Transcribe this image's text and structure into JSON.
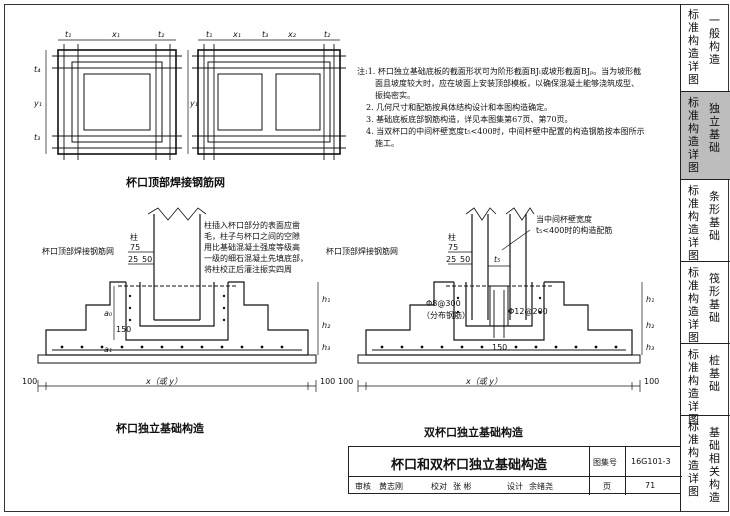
{
  "side_tabs": [
    {
      "left": "标准构造详图",
      "right": "一般构造"
    },
    {
      "left": "标准构造详图",
      "right": "独立基础"
    },
    {
      "left": "标准构造详图",
      "right": "条形基础"
    },
    {
      "left": "标准构造详图",
      "right": "筏形基础"
    },
    {
      "left": "标准构造详图",
      "right": "桩基础"
    },
    {
      "left": "标准构造详图",
      "right": "基础相关构造"
    }
  ],
  "notes": [
    "注:1. 杯口独立基础底板的截面形状可为阶形截面BJₗ或坡形截面BJₚ。当为坡形截",
    "面且坡度较大时，应在坡面上安装顶部模板，以确保混凝土能够浇筑成型、",
    "振捣密实。",
    "2. 几何尺寸和配筋按具体结构设计和本图构造确定。",
    "3. 基础底板底部钢筋构造，详见本图集第67页、第70页。",
    "4. 当双杯口的中间杯壁宽度t₅<400时，中间杯壁中配置的构造钢筋按本图所示",
    "施工。"
  ],
  "plan_dims": {
    "t1": "t₁",
    "x1": "x₁",
    "t2": "t₂",
    "x2": "x₂",
    "t3": "t₃",
    "t4": "t₄",
    "y1": "y₁",
    "y_u": "y₁"
  },
  "plan_caption": "杯口顶部焊接钢筋网",
  "left_section": {
    "column_label": "柱",
    "annotation": [
      "柱插入杯口部分的表面应凿",
      "毛，柱子与杯口之间的空隙",
      "用比基础混凝土强度等级高",
      "一级的细石混凝土先填底部，",
      "将柱校正后灌注振实四周"
    ],
    "mesh_label": "杯口顶部焊接钢筋网",
    "dim_75": "75",
    "dim_25": "25",
    "dim_50": "50",
    "dim_150": "150",
    "a1": "a₁",
    "a2": "a₀",
    "h1": "h₁",
    "h2": "h₂",
    "h3": "h₃",
    "dim_100": "100",
    "x_or_y": "x（或 y）",
    "caption": "杯口独立基础构造"
  },
  "right_section": {
    "column_label": "柱",
    "middle_note": [
      "当中间杯壁宽度",
      "t₅<400时的构造配筋"
    ],
    "mesh_label": "杯口顶部焊接钢筋网",
    "rebar_1": "Φ8@300",
    "rebar_1_note": "（分布钢筋）",
    "rebar_2": "Φ12@200",
    "dim_75": "75",
    "dim_25": "25",
    "dim_50": "50",
    "dim_150": "150",
    "t5": "t₅",
    "h1": "h₁",
    "h2": "h₂",
    "h3": "h₃",
    "dim_100": "100",
    "x_or_y": "x（或 y）",
    "caption": "双杯口独立基础构造"
  },
  "title_block": {
    "title": "杯口和双杯口独立基础构造",
    "atlas_label": "图集号",
    "atlas_no": "16G101-3",
    "review_label": "审核",
    "review_name": "黄志刚",
    "check_label": "校对",
    "check_name": "张 彬",
    "design_label": "设计",
    "design_name": "余绪尧",
    "page_label": "页",
    "page_no": "71"
  }
}
